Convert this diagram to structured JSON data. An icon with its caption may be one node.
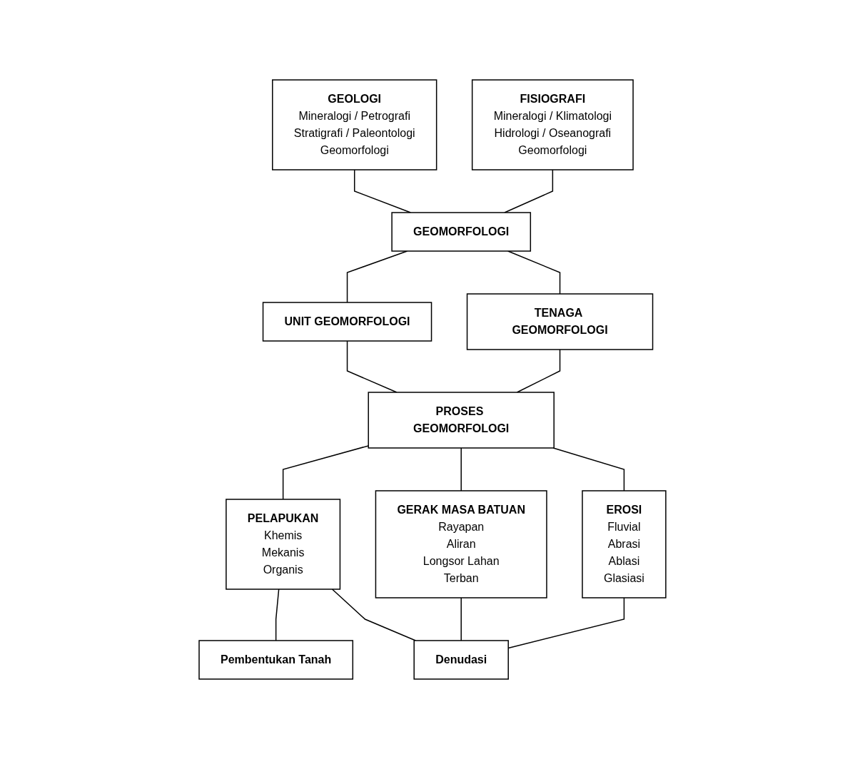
{
  "diagram": {
    "nodes": [
      {
        "text": [
          "GEOLOGI",
          "Mineralogi / Petrografi",
          "Stratigrafi / Paleontologi",
          "Geomorfologi"
        ]
      },
      {
        "text": [
          "FISIOGRAFI",
          "Mineralogi / Klimatologi",
          "Hidrologi / Oseanografi",
          "Geomorfologi"
        ]
      },
      {
        "text": [
          "GEOMORFOLOGI"
        ]
      },
      {
        "text": [
          "UNIT GEOMORFOLOGI"
        ]
      },
      {
        "text": [
          "TENAGA GEOMORFOLOGI"
        ]
      },
      {
        "text": [
          "PROSES GEOMORFOLOGI"
        ]
      },
      {
        "text": [
          "PELAPUKAN",
          "Khemis",
          "Mekanis",
          "Organis"
        ]
      },
      {
        "text": [
          "GERAK MASA BATUAN",
          "Rayapan",
          "Aliran",
          "Longsor Lahan",
          "Terban"
        ]
      },
      {
        "text": [
          "EROSI",
          "Fluvial",
          "Abrasi",
          "Ablasi",
          "Glasiasi"
        ]
      },
      {
        "text": [
          "Pembentukan Tanah"
        ]
      },
      {
        "text": [
          "Denudasi"
        ]
      }
    ],
    "edges": [
      {
        "from": 0,
        "to": 2,
        "arrow": "none"
      },
      {
        "from": 1,
        "to": 2,
        "arrow": "none"
      },
      {
        "from": 2,
        "to": 3,
        "arrow": "none"
      },
      {
        "from": 2,
        "to": 4,
        "arrow": "none"
      },
      {
        "from": 3,
        "to": 5,
        "arrow": "none"
      },
      {
        "from": 4,
        "to": 5,
        "arrow": "none"
      },
      {
        "from": 5,
        "to": 6,
        "arrow": "none"
      },
      {
        "from": 5,
        "to": 7,
        "arrow": "none"
      },
      {
        "from": 5,
        "to": 8,
        "arrow": "none"
      },
      {
        "from": 6,
        "to": 9,
        "arrow": "none"
      },
      {
        "from": 6,
        "to": 10,
        "arrow": "none"
      },
      {
        "from": 7,
        "to": 10,
        "arrow": "none"
      },
      {
        "from": 8,
        "to": 10,
        "arrow": "none"
      }
    ]
  }
}
